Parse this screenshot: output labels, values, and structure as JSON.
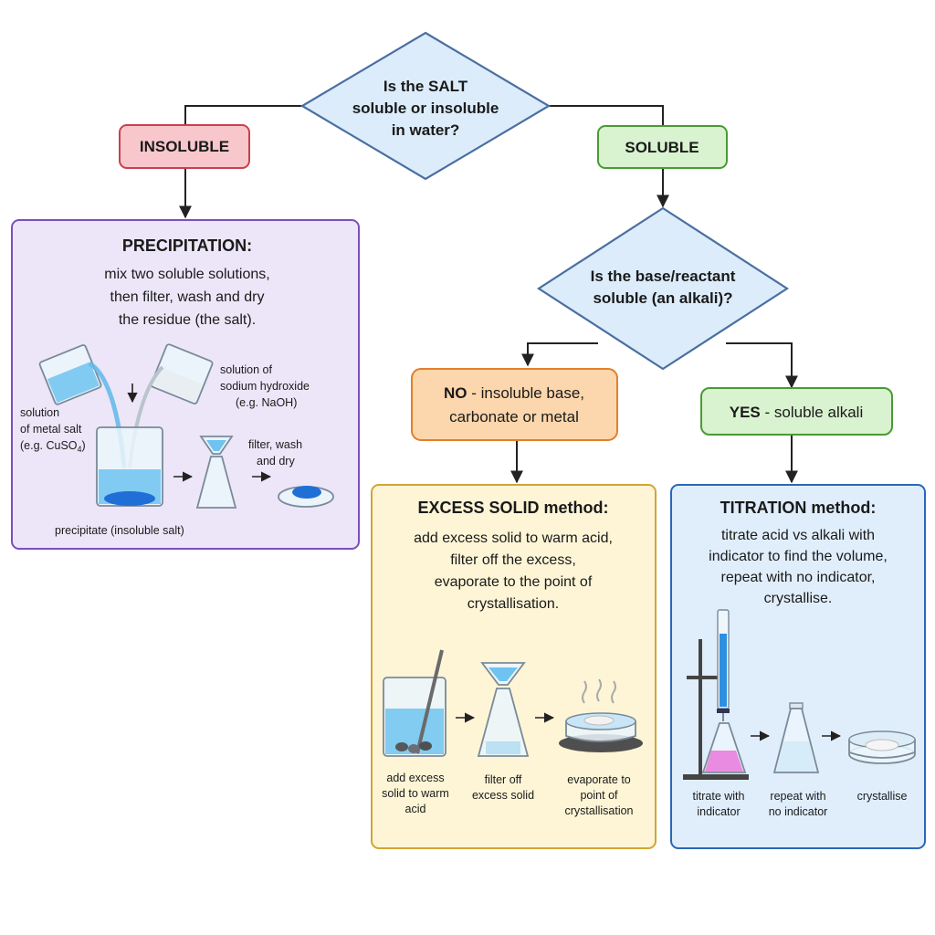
{
  "decision_salt": {
    "line1": "Is the SALT",
    "line2": "soluble or insoluble",
    "line3": "in water?"
  },
  "insoluble": {
    "label": "INSOLUBLE"
  },
  "soluble": {
    "label": "SOLUBLE"
  },
  "decision_base": {
    "line1": "Is the base/reactant",
    "line2": "soluble (an alkali)?"
  },
  "no_branch": {
    "bold": "NO",
    "rest1": " - insoluble base,",
    "line2": "carbonate or metal"
  },
  "yes_branch": {
    "bold": "YES",
    "rest1": " - soluble alkali"
  },
  "precipitation": {
    "title": "PRECIPITATION:",
    "lines": [
      "mix two soluble solutions,",
      "then filter, wash and dry",
      "the residue (the salt)."
    ],
    "cap_salt": [
      "solution",
      "of metal salt",
      "(e.g. CuSO",
      "4",
      ")"
    ],
    "cap_naoh": [
      "solution of",
      "sodium hydroxide",
      "(e.g. NaOH)"
    ],
    "cap_filter": [
      "filter, wash",
      "and dry"
    ],
    "cap_precip": "precipitate (insoluble salt)"
  },
  "excess": {
    "title": "EXCESS SOLID method:",
    "lines": [
      "add excess solid to warm acid,",
      "filter off the excess,",
      "evaporate to the point of",
      "crystallisation."
    ],
    "cap1": [
      "add excess",
      "solid to warm",
      "acid"
    ],
    "cap2": [
      "filter off",
      "excess solid"
    ],
    "cap3": [
      "evaporate to",
      "point of",
      "crystallisation"
    ]
  },
  "titration": {
    "title": "TITRATION method:",
    "lines": [
      "titrate acid vs alkali with",
      "indicator to find the volume,",
      "repeat with no indicator,",
      "crystallise."
    ],
    "cap1": [
      "titrate with",
      "indicator"
    ],
    "cap2": [
      "repeat with",
      "no indicator"
    ],
    "cap3": [
      "crystallise"
    ]
  },
  "colors": {
    "decision_fill": "#dcecfb",
    "decision_stroke": "#4a6fa0",
    "insoluble_fill": "#f8c7cc",
    "insoluble_stroke": "#c9404f",
    "soluble_fill": "#d9f2cf",
    "soluble_stroke": "#4a9a35",
    "no_fill": "#fcd6ac",
    "no_stroke": "#e37f2a",
    "precip_fill": "#ece6f8",
    "precip_stroke": "#7b4fbc",
    "excess_fill": "#fdf5d6",
    "excess_stroke": "#d3a534",
    "titration_fill": "#e0eefc",
    "titration_stroke": "#2a67b8",
    "liquid_blue": "#6ec3f0",
    "precipitate_blue": "#1f6fd6",
    "indicator_pink": "#e98be0"
  }
}
